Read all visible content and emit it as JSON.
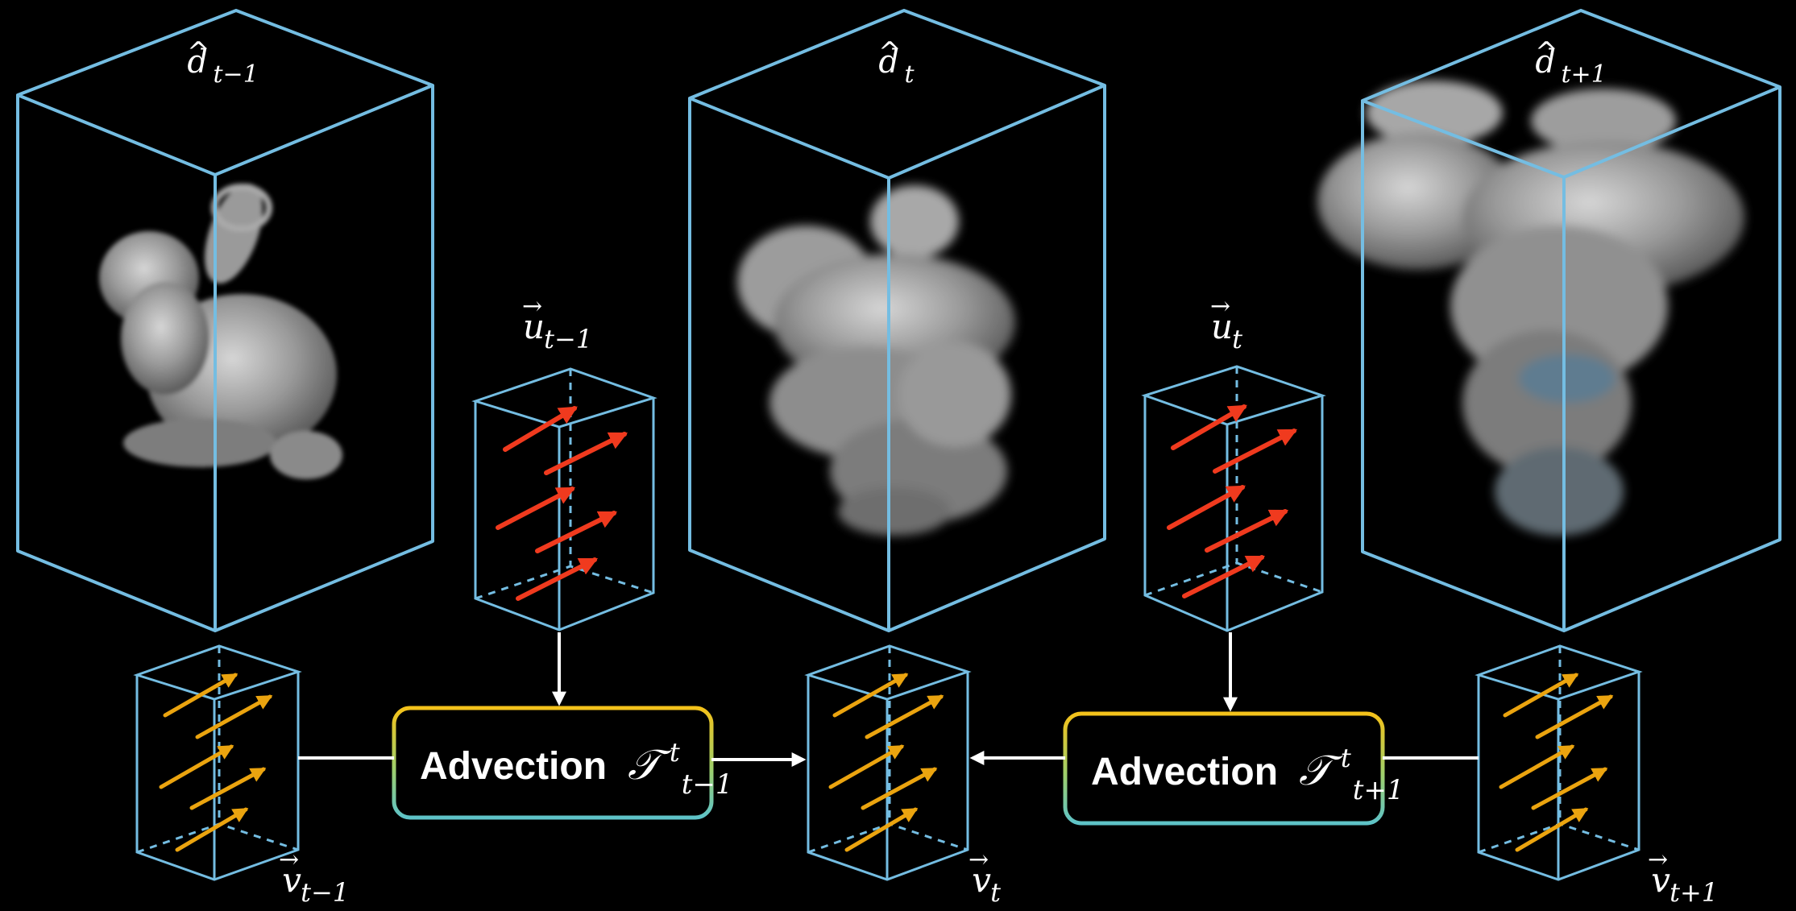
{
  "colors": {
    "background": "#000000",
    "volume_box": "#74bde2",
    "velocity_arrow_observed": "#f03a1e",
    "velocity_arrow_estimated": "#eba40f",
    "flow_arrow": "#ffffff",
    "advection_box_gradient": [
      "#f4c21a",
      "#9fcf6a",
      "#5ec3c8"
    ]
  },
  "density_volumes": [
    {
      "label_base": "d",
      "label_accent": "^",
      "label_sub": "t−1",
      "content": "smoke-bunny"
    },
    {
      "label_base": "d",
      "label_accent": "^",
      "label_sub": "t",
      "content": "smoke-plume"
    },
    {
      "label_base": "d",
      "label_accent": "^",
      "label_sub": "t+1",
      "content": "smoke-cloud"
    }
  ],
  "observed_velocity_volumes": [
    {
      "label_base": "u",
      "label_accent": "→",
      "label_sub": "t−1",
      "arrow_count": 5
    },
    {
      "label_base": "u",
      "label_accent": "→",
      "label_sub": "t",
      "arrow_count": 5
    }
  ],
  "estimated_velocity_volumes": [
    {
      "label_base": "v",
      "label_accent": "→",
      "label_sub": "t−1",
      "arrow_count": 5
    },
    {
      "label_base": "v",
      "label_accent": "→",
      "label_sub": "t",
      "arrow_count": 5
    },
    {
      "label_base": "v",
      "label_accent": "→",
      "label_sub": "t+1",
      "arrow_count": 5
    }
  ],
  "advection_ops": [
    {
      "word": "Advection",
      "symbol": "𝒯",
      "sup": "t",
      "sub": "t−1"
    },
    {
      "word": "Advection",
      "symbol": "𝒯",
      "sup": "t",
      "sub": "t+1"
    }
  ]
}
